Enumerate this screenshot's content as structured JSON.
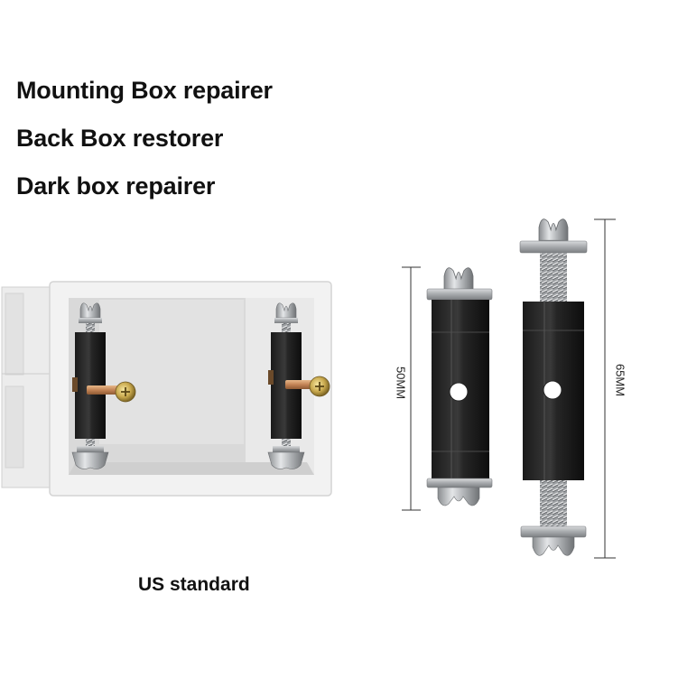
{
  "headlines": [
    "Mounting Box repairer",
    "Back Box restorer",
    "Dark box repairer"
  ],
  "caption": "US standard",
  "dimensions": {
    "short": "50MM",
    "long": "65MM"
  }
}
